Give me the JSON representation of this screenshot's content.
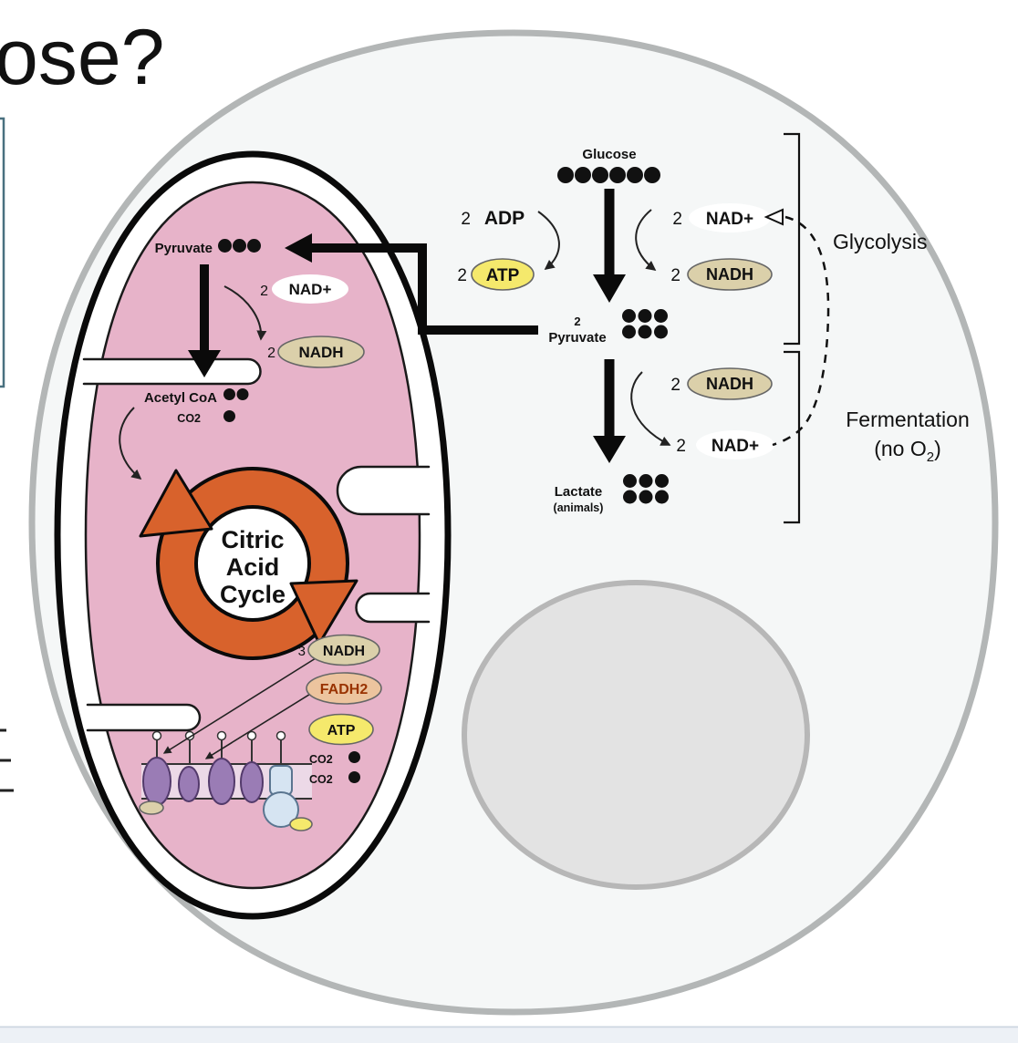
{
  "palette": {
    "atp_yellow": "#f5e96c",
    "nadh_tan": "#dbd0aa",
    "fadh_fill": "#ecc49e",
    "fadh_text": "#993300",
    "orange": "#d8622c",
    "pink": "#e7b3c9",
    "cell_fill": "#f5f7f7",
    "cell_stroke": "#b3b6b6",
    "nucleus_fill": "#e3e3e3",
    "nucleus_stroke": "#b7b7b7",
    "etc_purple": "#9a7cb5",
    "etc_purple_dark": "#533a6b",
    "etc_blue": "#d6e4f2",
    "cropped_box_stroke": "#49707f",
    "bottom_bar_fill": "#edf1f6",
    "bottom_bar_line": "#ccd6e1"
  },
  "slide": {
    "title_fragment": "ose?"
  },
  "glycolysis": {
    "glucose_label": "Glucose",
    "glucose_carbons": 6,
    "adp_count": "2",
    "adp_label": "ADP",
    "atp_count": "2",
    "atp_label": "ATP",
    "nad_count": "2",
    "nad_label": "NAD+",
    "nadh_count": "2",
    "nadh_label": "NADH",
    "pyruvate_count": "2",
    "pyruvate_label": "Pyruvate",
    "pyruvate_carbons": 6,
    "bracket_label": "Glycolysis"
  },
  "fermentation": {
    "nadh_count": "2",
    "nadh_label": "NADH",
    "nad_count": "2",
    "nad_label": "NAD+",
    "lactate_label": "Lactate",
    "lactate_note": "(animals)",
    "lactate_carbons": 6,
    "bracket_label": "Fermentation",
    "no_o2_pre": "(no O",
    "no_o2_sub": "2",
    "no_o2_post": ")"
  },
  "mitochondrion": {
    "pyruvate_label": "Pyruvate",
    "pyruvate_carbons": 3,
    "nad_count": "2",
    "nad_label": "NAD+",
    "nadh_count": "2",
    "nadh_label": "NADH",
    "acetyl_label": "Acetyl CoA",
    "acetyl_carbons": 2,
    "co2_label": "CO2",
    "co2_carbons": 1,
    "cycle_line1": "Citric",
    "cycle_line2": "Acid",
    "cycle_line3": "Cycle",
    "nadh_out_count": "3",
    "nadh_out_label": "NADH",
    "fadh2_label": "FADH2",
    "atp_label": "ATP",
    "co2_out1": "CO2",
    "co2_out2": "CO2",
    "co2_out_carbons": 1
  }
}
